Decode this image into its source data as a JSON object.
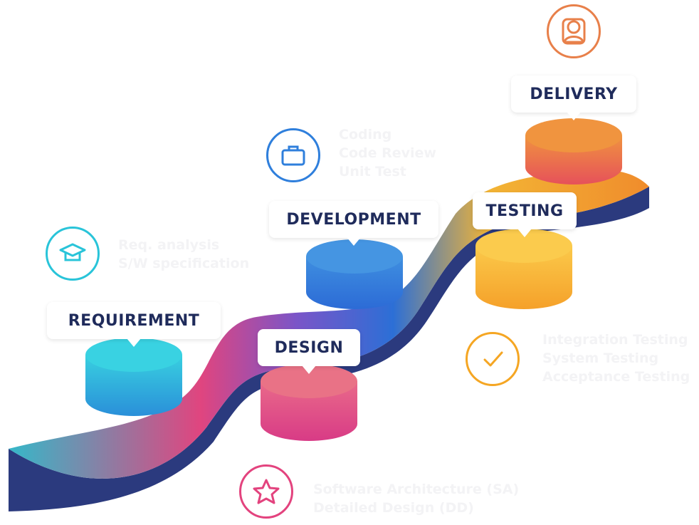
{
  "stages": [
    {
      "id": "requirement",
      "label": "REQUIREMENT",
      "icon": "graduation-cap-icon",
      "color": "#29c4d9",
      "details": [
        "Req. analysis",
        "S/W specification"
      ]
    },
    {
      "id": "design",
      "label": "DESIGN",
      "icon": "star-icon",
      "color": "#e3437e",
      "details": [
        "Software Architecture (SA)",
        "Detailed Design (DD)"
      ]
    },
    {
      "id": "development",
      "label": "DEVELOPMENT",
      "icon": "briefcase-icon",
      "color": "#2f7fdc",
      "details": [
        "Coding",
        "Code Review",
        "Unit Test"
      ]
    },
    {
      "id": "testing",
      "label": "TESTING",
      "icon": "checkmark-icon",
      "color": "#f5a623",
      "details": [
        "Integration Testing",
        "System Testing",
        "Acceptance Testing"
      ]
    },
    {
      "id": "delivery",
      "label": "DELIVERY",
      "icon": "user-icon",
      "color": "#e8804a",
      "details": []
    }
  ],
  "colors": {
    "ribbon_side": "#2b3a7e",
    "label_text": "#1f2b5b"
  }
}
